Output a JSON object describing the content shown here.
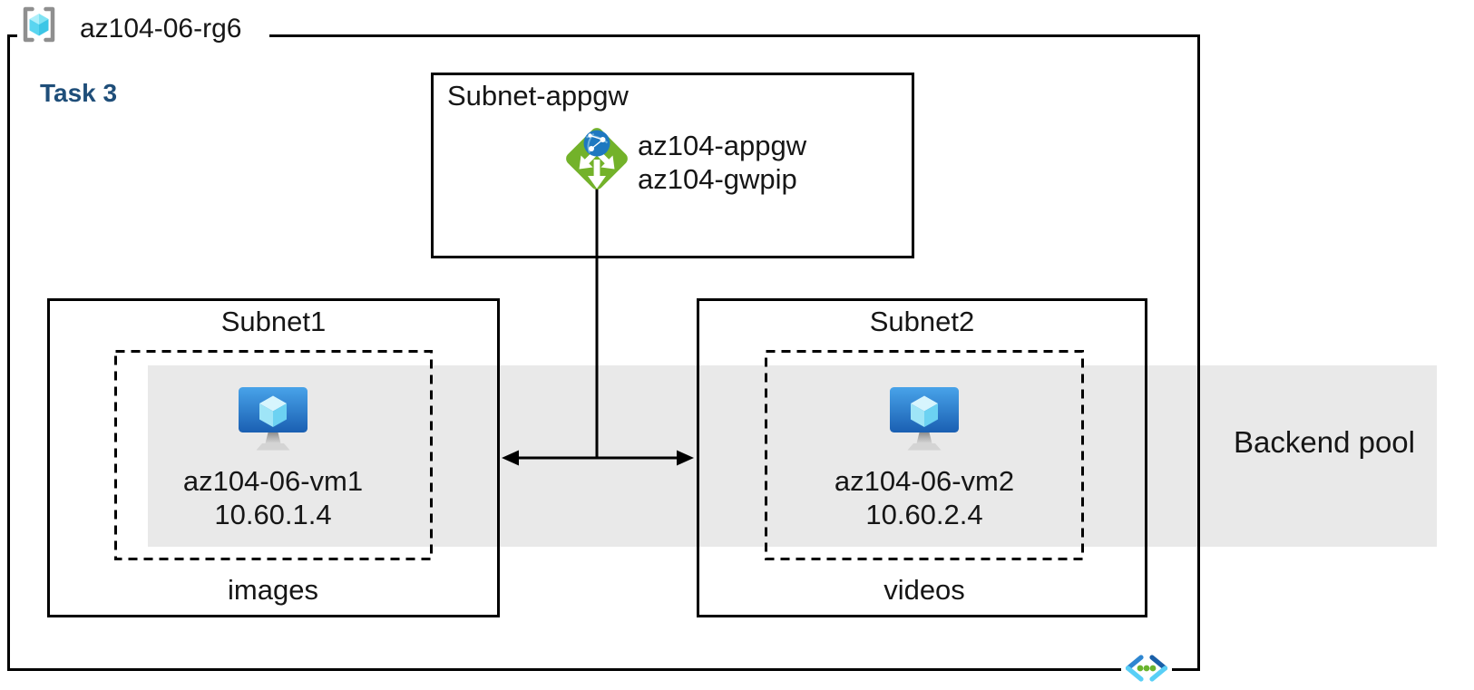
{
  "resource_group": {
    "name": "az104-06-rg6"
  },
  "task": {
    "label": "Task 3"
  },
  "appgw_subnet": {
    "title": "Subnet-appgw",
    "gateway_name": "az104-appgw",
    "gateway_public_ip": "az104-gwpip"
  },
  "subnet1": {
    "title": "Subnet1",
    "vm_name": "az104-06-vm1",
    "vm_ip": "10.60.1.4",
    "storage_label": "images"
  },
  "subnet2": {
    "title": "Subnet2",
    "vm_name": "az104-06-vm2",
    "vm_ip": "10.60.2.4",
    "storage_label": "videos"
  },
  "backend_pool": {
    "label": "Backend pool"
  },
  "icons": {
    "resource_group": "resource-group-icon",
    "application_gateway": "application-gateway-icon",
    "virtual_machine": "virtual-machine-icon",
    "virtual_network": "virtual-network-icon"
  },
  "colors": {
    "line_black": "#000000",
    "text": "#161616",
    "task_heading_blue": "#1f4e79",
    "backend_band_gray": "#e9e9e9",
    "appgw_green": "#73b22a",
    "globe_blue": "#1e78c0",
    "vm_screen_top": "#48a3e9",
    "vm_screen_bottom": "#1a5fb2",
    "cube_cyan": "#50d2f0",
    "bracket_gray": "#8f8f8f",
    "vnet_blue_dark": "#1a5fa8",
    "vnet_blue_mid": "#2e86d1",
    "vnet_cyan": "#59cff6",
    "vnet_dot_green": "#6ab42f"
  }
}
